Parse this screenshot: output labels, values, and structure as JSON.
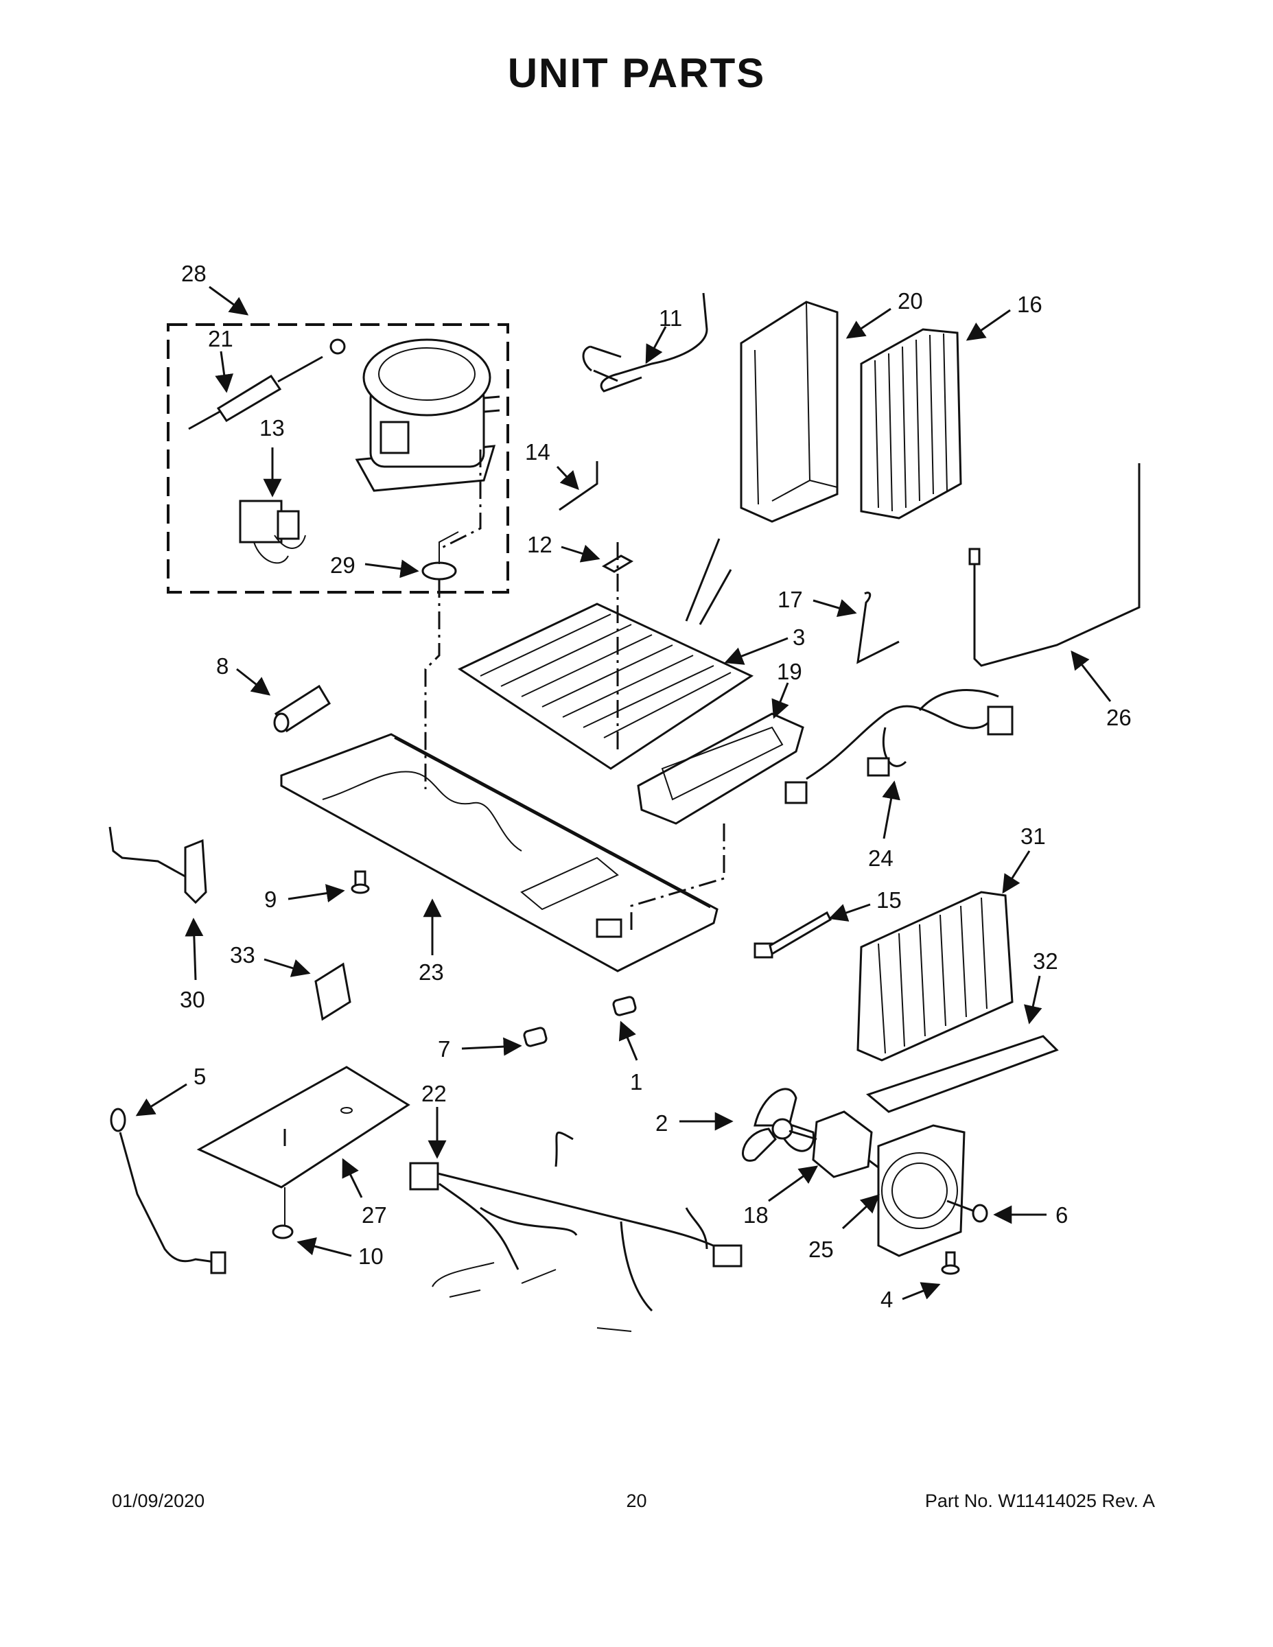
{
  "title": "UNIT  PARTS",
  "footer": {
    "date": "01/09/2020",
    "page": "20",
    "part_number": "Part No.  W11414025   Rev.  A"
  },
  "callouts": [
    "28",
    "21",
    "13",
    "29",
    "11",
    "20",
    "16",
    "14",
    "12",
    "17",
    "3",
    "19",
    "26",
    "8",
    "24",
    "9",
    "23",
    "30",
    "33",
    "31",
    "15",
    "32",
    "5",
    "7",
    "1",
    "22",
    "2",
    "6",
    "18",
    "25",
    "27",
    "10",
    "4"
  ]
}
